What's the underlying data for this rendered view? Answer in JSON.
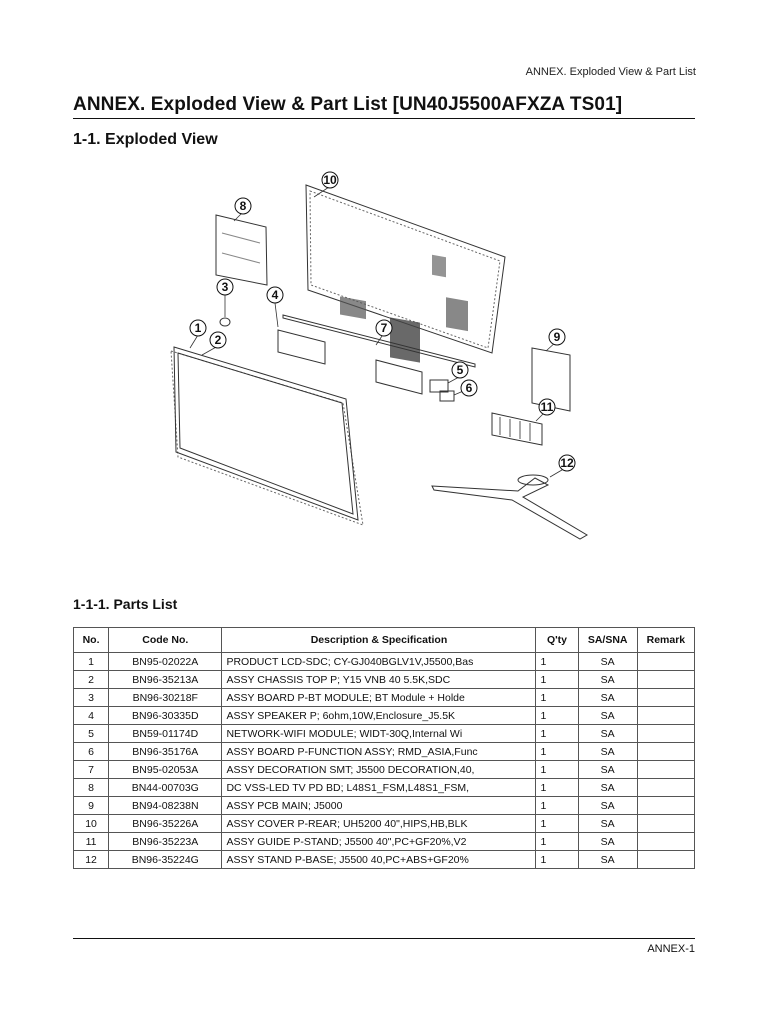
{
  "header": {
    "running_title": "ANNEX. Exploded View & Part List"
  },
  "title": "ANNEX. Exploded View & Part List [UN40J5500AFXZA TS01]",
  "section_title": "1-1. Exploded View",
  "diagram": {
    "callouts": [
      "1",
      "2",
      "3",
      "4",
      "5",
      "6",
      "7",
      "8",
      "9",
      "10",
      "11",
      "12"
    ]
  },
  "parts_list": {
    "title": "1-1-1. Parts List",
    "headers": {
      "no": "No.",
      "code": "Code No.",
      "description": "Description & Specification",
      "qty": "Q'ty",
      "sa": "SA/SNA",
      "remark": "Remark"
    },
    "rows": [
      {
        "no": "1",
        "code": "BN95-02022A",
        "description": "PRODUCT LCD-SDC; CY-GJ040BGLV1V,J5500,Bas",
        "qty": "1",
        "sa": "SA",
        "remark": ""
      },
      {
        "no": "2",
        "code": "BN96-35213A",
        "description": "ASSY CHASSIS TOP P; Y15 VNB 40 5.5K,SDC",
        "qty": "1",
        "sa": "SA",
        "remark": ""
      },
      {
        "no": "3",
        "code": "BN96-30218F",
        "description": "ASSY BOARD P-BT MODULE; BT Module + Holde",
        "qty": "1",
        "sa": "SA",
        "remark": ""
      },
      {
        "no": "4",
        "code": "BN96-30335D",
        "description": "ASSY SPEAKER P; 6ohm,10W,Enclosure_J5.5K",
        "qty": "1",
        "sa": "SA",
        "remark": ""
      },
      {
        "no": "5",
        "code": "BN59-01174D",
        "description": "NETWORK-WIFI MODULE; WIDT-30Q,Internal Wi",
        "qty": "1",
        "sa": "SA",
        "remark": ""
      },
      {
        "no": "6",
        "code": "BN96-35176A",
        "description": "ASSY BOARD P-FUNCTION ASSY; RMD_ASIA,Func",
        "qty": "1",
        "sa": "SA",
        "remark": ""
      },
      {
        "no": "7",
        "code": "BN95-02053A",
        "description": "ASSY DECORATION SMT; J5500 DECORATION,40,",
        "qty": "1",
        "sa": "SA",
        "remark": ""
      },
      {
        "no": "8",
        "code": "BN44-00703G",
        "description": "DC VSS-LED TV PD BD; L48S1_FSM,L48S1_FSM,",
        "qty": "1",
        "sa": "SA",
        "remark": ""
      },
      {
        "no": "9",
        "code": "BN94-08238N",
        "description": "ASSY PCB MAIN; J5000",
        "qty": "1",
        "sa": "SA",
        "remark": ""
      },
      {
        "no": "10",
        "code": "BN96-35226A",
        "description": "ASSY COVER P-REAR; UH5200 40\",HIPS,HB,BLK",
        "qty": "1",
        "sa": "SA",
        "remark": ""
      },
      {
        "no": "11",
        "code": "BN96-35223A",
        "description": "ASSY GUIDE P-STAND; J5500 40\",PC+GF20%,V2",
        "qty": "1",
        "sa": "SA",
        "remark": ""
      },
      {
        "no": "12",
        "code": "BN96-35224G",
        "description": "ASSY STAND P-BASE; J5500 40,PC+ABS+GF20%",
        "qty": "1",
        "sa": "SA",
        "remark": ""
      }
    ]
  },
  "footer": {
    "page_number": "ANNEX-1"
  }
}
